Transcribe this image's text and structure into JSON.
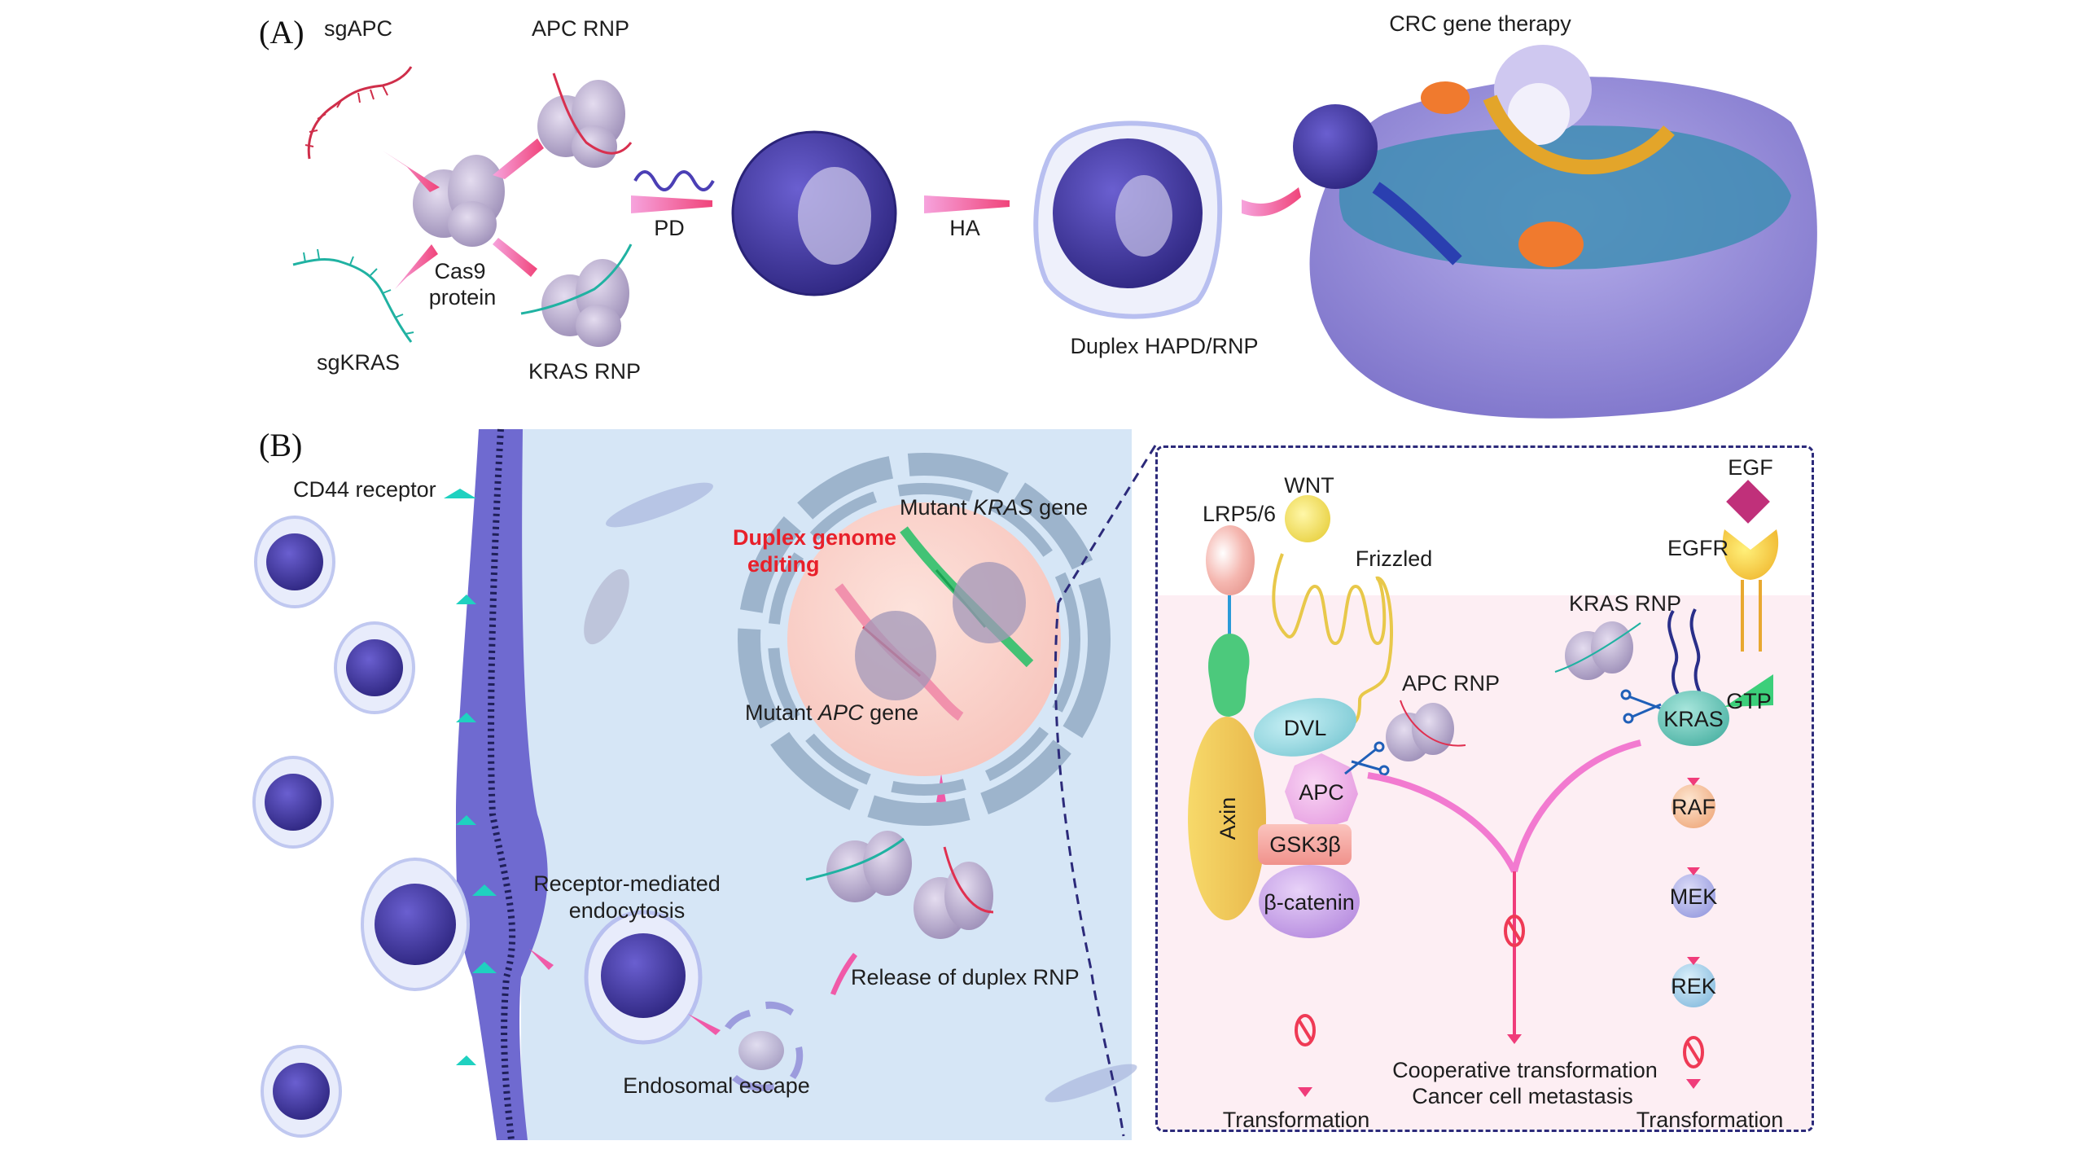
{
  "figure": {
    "panels": [
      {
        "id": "A",
        "letter": "(A)"
      },
      {
        "id": "B",
        "letter": "(B)"
      }
    ]
  },
  "panelA": {
    "sgAPC": "sgAPC",
    "sgKRAS": "sgKRAS",
    "cas9_line1": "Cas9",
    "cas9_line2": "protein",
    "apc_rnp": "APC RNP",
    "kras_rnp": "KRAS RNP",
    "pd": "PD",
    "ha": "HA",
    "duplex": "Duplex HAPD/RNP",
    "crc": "CRC gene therapy"
  },
  "panelB": {
    "cd44": "CD44 receptor",
    "rme_line1": "Receptor-mediated",
    "rme_line2": "endocytosis",
    "endosomal": "Endosomal escape",
    "release": "Release of duplex RNP",
    "dge_line1": "Duplex genome",
    "dge_line2": "editing",
    "mutant_kras_pre": "Mutant ",
    "mutant_kras_gene": "KRAS",
    "mutant_kras_post": " gene",
    "mutant_apc_pre": "Mutant ",
    "mutant_apc_gene": "APC",
    "mutant_apc_post": " gene"
  },
  "pathway": {
    "wnt": "WNT",
    "lrp": "LRP5/6",
    "frizzled": "Frizzled",
    "egf": "EGF",
    "egfr": "EGFR",
    "kras_rnp": "KRAS RNP",
    "apc_rnp": "APC RNP",
    "dvl": "DVL",
    "axin": "Axin",
    "apc": "APC",
    "gsk": "GSK3β",
    "bcat": "β-catenin",
    "kras": "KRAS",
    "gtp": "GTP",
    "raf": "RAF",
    "mek": "MEK",
    "rek": "REK",
    "transformation_left": "Transformation",
    "transformation_right": "Transformation",
    "coop_line1": "Cooperative transformation",
    "coop_line2": "Cancer cell metastasis"
  },
  "colors": {
    "arrow_pink": "#f0449a",
    "nanoparticle": "#4a3fa6",
    "panelB_bg": "#d6e6f6",
    "pathway_bg": "#fdeef3",
    "dashed": "#2c2a7a",
    "red_text": "#e8202a",
    "inhibit": "#ef3a55"
  }
}
